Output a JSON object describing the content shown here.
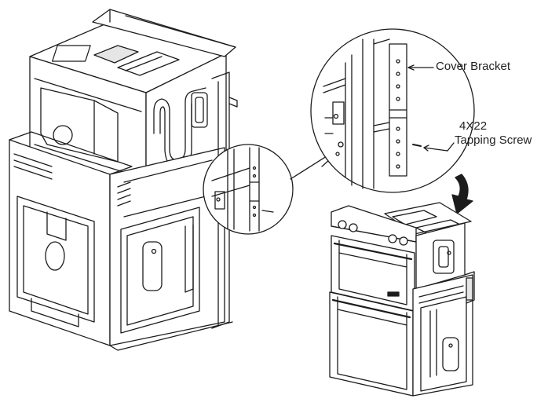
{
  "labels": {
    "cover_bracket": "Cover Bracket",
    "screw_qty": "4X22",
    "screw_name": "Tapping Screw"
  },
  "colors": {
    "line": "#1c1c1c",
    "fill": "#ffffff",
    "shade": "#dcdcdc"
  }
}
